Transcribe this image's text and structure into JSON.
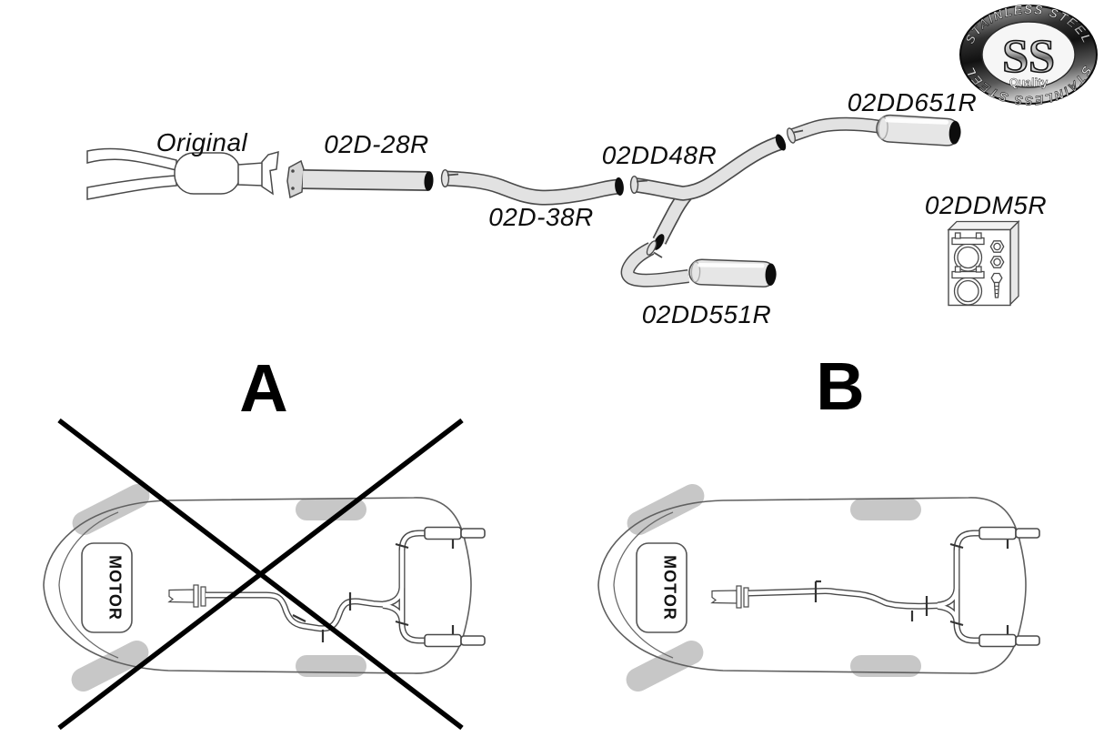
{
  "palette": {
    "background": "#ffffff",
    "pipe_fill": "#e2e2e2",
    "pipe_outline": "#4a4a4a",
    "pipe_open_end_black": "#0d0d0d",
    "wheel_gray": "#c7c7c7",
    "cross_out_black": "#000000"
  },
  "parts": {
    "original": "Original",
    "front_pipe": "02D-28R",
    "center_pipe": "02D-38R",
    "y_pipe": "02DD48R",
    "rear_silencer_upper": "02DD651R",
    "rear_silencer_lower": "02DD551R",
    "mounting_kit": "02DDM5R"
  },
  "logo": {
    "ring_text_top": "STAINLESS STEEL",
    "ring_text_bottom": "STAINLESS STEEL",
    "monogram": "SS",
    "subtitle": "Quality"
  },
  "variants": {
    "a_letter": "A",
    "b_letter": "B",
    "a_motor": "MOTOR",
    "b_motor": "MOTOR"
  }
}
